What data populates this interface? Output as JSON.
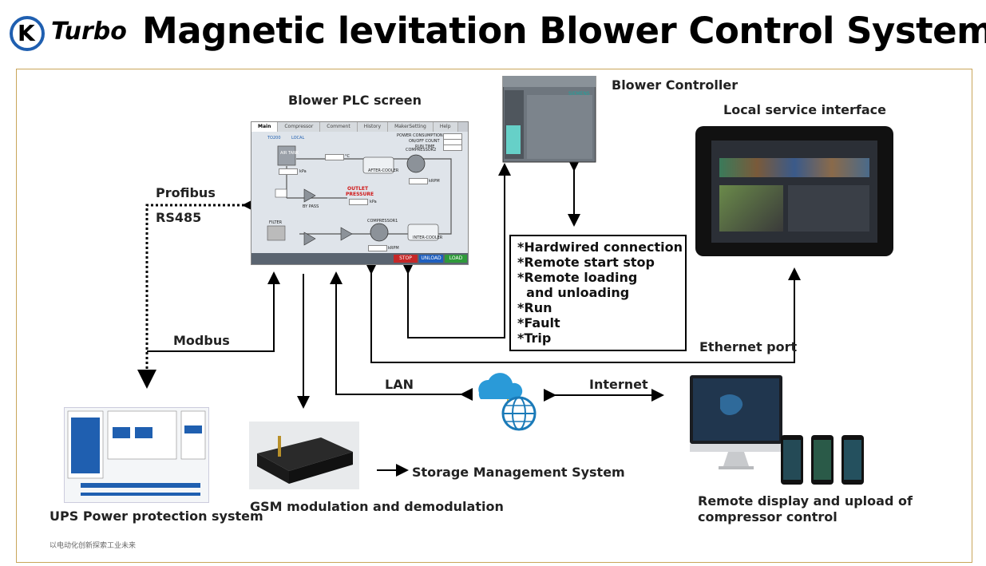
{
  "header": {
    "logo_letter": "K",
    "logo_text": "Turbo",
    "title": "Magnetic levitation Blower Control System"
  },
  "colors": {
    "logo_blue": "#1f5fb0",
    "frame_border": "#c9a55a",
    "stop_red": "#c62828",
    "unload_blue": "#1e5fbf",
    "load_green": "#2e9a3a"
  },
  "labels": {
    "plc_screen": "Blower PLC screen",
    "blower_controller": "Blower Controller",
    "local_service": "Local service interface",
    "profibus": "Profibus",
    "rs485": "RS485",
    "modbus": "Modbus",
    "ethernet_port": "Ethernet port",
    "lan": "LAN",
    "internet": "Internet",
    "storage": "Storage Management System",
    "ups": "UPS Power protection system",
    "gsm": "GSM modulation and demodulation",
    "remote_line1": "Remote display and upload of",
    "remote_line2": "compressor control",
    "footer": "以电动化创新探索工业未来"
  },
  "info_box": {
    "lines": [
      "*Hardwired connection",
      "*Remote start stop",
      "*Remote loading",
      "  and unloading",
      "*Run",
      "*Fault",
      "*Trip"
    ]
  },
  "plc": {
    "tabs": [
      "Main",
      "Compressor",
      "Comment",
      "History",
      "MakerSetting",
      "Help"
    ],
    "header_left": "TO200",
    "header_mode": "LOCAL",
    "stats": [
      "POWER CONSUMPTION",
      "ON/OFF COUNT",
      "RUN TIME"
    ],
    "air_tank": "AIR TANK",
    "after_cooler": "AFTER-COOLER",
    "inter_cooler": "INTER-COOLER",
    "compressor2": "COMPRESSOR2",
    "compressor1": "COMPRESSOR1",
    "bypass": "BY PASS",
    "filter": "FILTER",
    "outlet_line1": "OUTLET",
    "outlet_line2": "PRESSURE",
    "unit_kpa": "kPa",
    "unit_rpm": "kRPM",
    "unit_c": "°C",
    "btn_stop": "STOP",
    "btn_unload": "UNLOAD",
    "btn_load": "LOAD"
  },
  "siemens_text": "SIEMENS"
}
